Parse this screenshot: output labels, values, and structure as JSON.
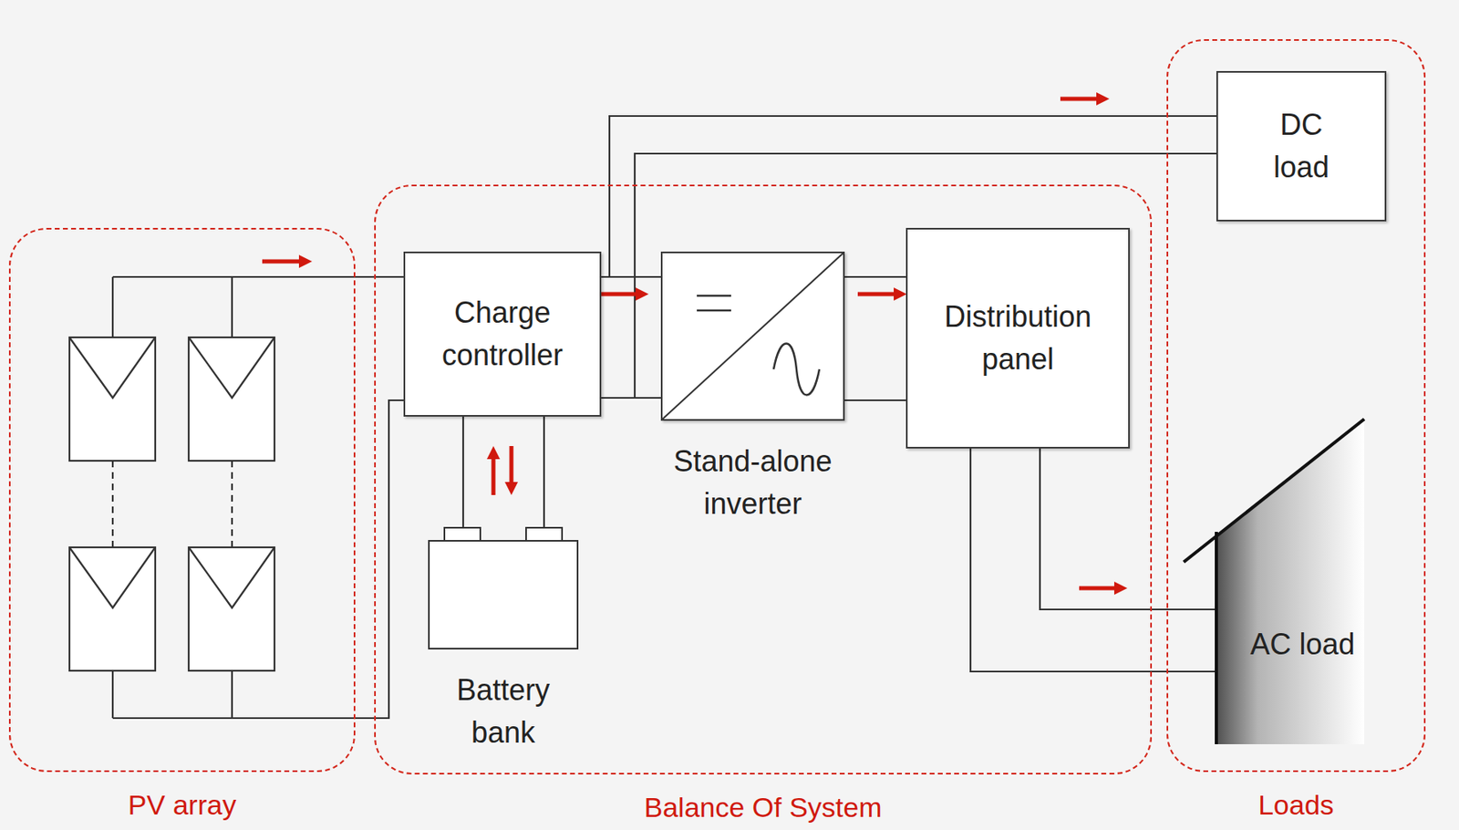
{
  "diagram": {
    "nodes": [
      {
        "text": [
          "PV array"
        ]
      },
      {
        "text": [
          "Balance Of System"
        ]
      },
      {
        "text": [
          "Loads"
        ]
      },
      {
        "text": [
          "Charge controller"
        ],
        "in": 1
      },
      {
        "text": [
          "Battery bank"
        ],
        "in": 1
      },
      {
        "text": [
          "Stand-alone inverter"
        ],
        "in": 1
      },
      {
        "text": [
          "Distribution panel"
        ],
        "in": 1
      },
      {
        "text": [
          "DC load"
        ],
        "in": 2
      },
      {
        "text": [
          "AC load"
        ],
        "in": 2
      }
    ],
    "edges": [
      {
        "from": 0,
        "to": 3,
        "arrow": "to"
      },
      {
        "from": 3,
        "to": 7,
        "arrow": "to"
      },
      {
        "from": 3,
        "to": 4,
        "arrow": "both"
      },
      {
        "from": 3,
        "to": 5,
        "arrow": "to"
      },
      {
        "from": 5,
        "to": 6,
        "arrow": "to"
      },
      {
        "from": 6,
        "to": 8,
        "arrow": "to"
      }
    ]
  }
}
